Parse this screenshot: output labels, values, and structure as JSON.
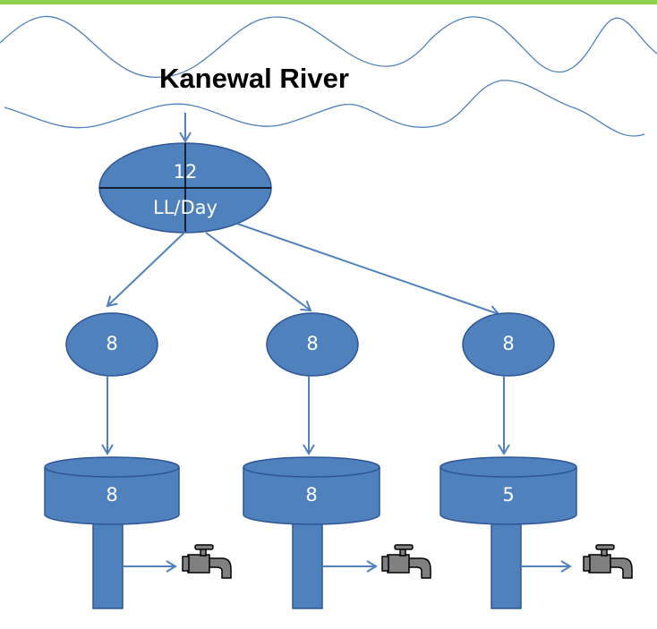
{
  "river": {
    "title": "Kanewal River"
  },
  "source": {
    "top_value": "12",
    "unit": "LL/Day"
  },
  "branches": [
    {
      "node_value": "8",
      "tank_value": "8"
    },
    {
      "node_value": "8",
      "tank_value": "8"
    },
    {
      "node_value": "8",
      "tank_value": "5"
    }
  ],
  "colors": {
    "accent_bar": "#92D050",
    "river_line": "#4F81BD",
    "shape_fill": "#4F81BD",
    "shape_stroke": "#2F5597",
    "faucet": "#808080"
  },
  "icons": [
    "tap-icon"
  ]
}
